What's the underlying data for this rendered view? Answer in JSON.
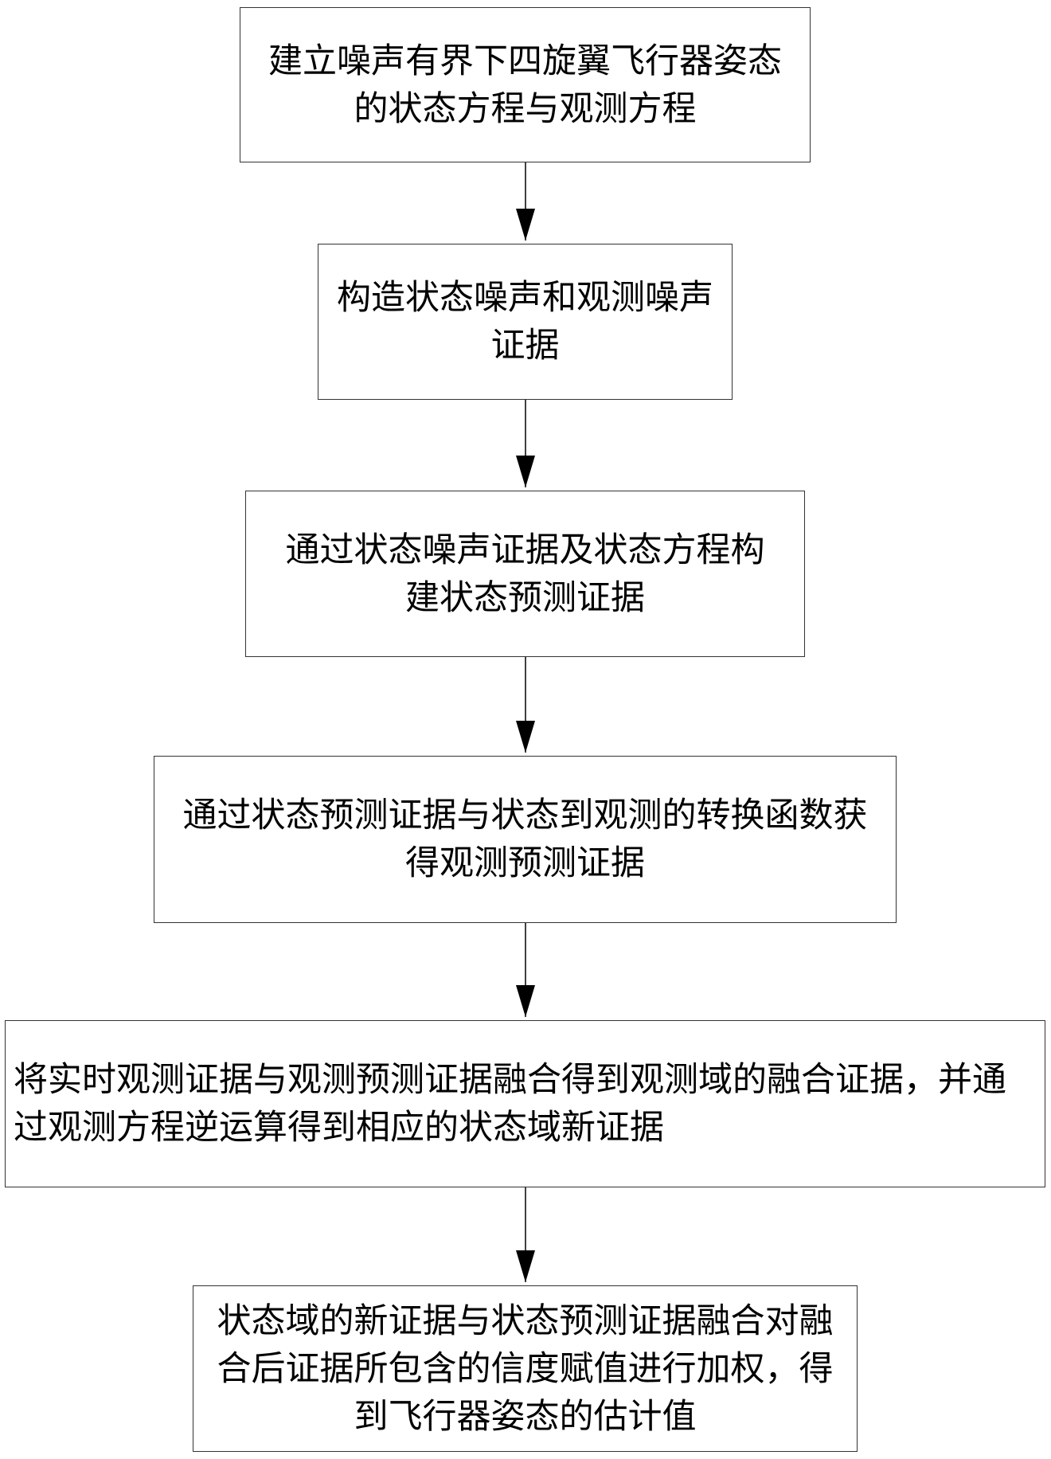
{
  "steps": [
    {
      "text": "建立噪声有界下四旋翼飞行器姿态的状态方程与观测方程"
    },
    {
      "text": "构造状态噪声和观测噪声证据"
    },
    {
      "text": "通过状态噪声证据及状态方程构建状态预测证据"
    },
    {
      "text": "通过状态预测证据与状态到观测的转换函数获得观测预测证据"
    },
    {
      "text": "将实时观测证据与观测预测证据融合得到观测域的融合证据，并通过观测方程逆运算得到相应的状态域新证据"
    },
    {
      "text": "状态域的新证据与状态预测证据融合对融合后证据所包含的信度赋值进行加权，得到飞行器姿态的估计值"
    }
  ]
}
